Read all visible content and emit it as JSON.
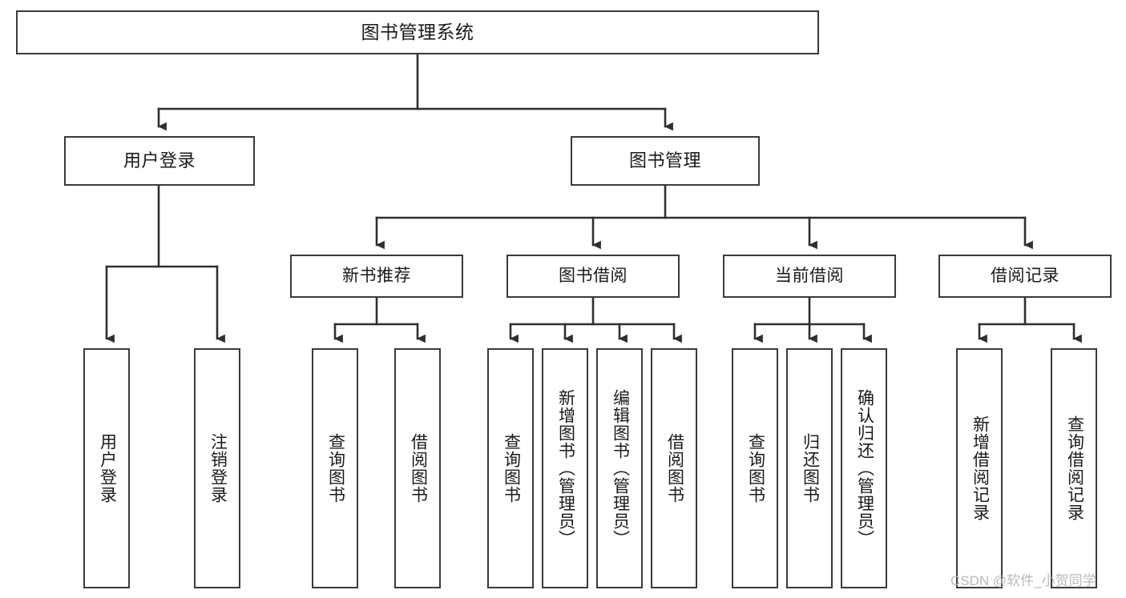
{
  "diagram": {
    "title": "图书管理系统",
    "type": "tree-hierarchy-chart",
    "colors": {
      "box_border": "#3a3a3a",
      "box_fill": "#ffffff",
      "connector": "#2f2f2f",
      "background": "#ffffff",
      "watermark": "#b9b9b9"
    },
    "root": {
      "label": "图书管理系统"
    },
    "level2": [
      {
        "label": "用户登录"
      },
      {
        "label": "图书管理"
      }
    ],
    "level3": [
      {
        "label": "新书推荐"
      },
      {
        "label": "图书借阅"
      },
      {
        "label": "当前借阅"
      },
      {
        "label": "借阅记录"
      }
    ],
    "leaves": {
      "user_login": [
        {
          "label": "用户登录"
        },
        {
          "label": "注销登录"
        }
      ],
      "new_book_recommend": [
        {
          "label": "查询图书"
        },
        {
          "label": "借阅图书"
        }
      ],
      "book_borrow": [
        {
          "label": "查询图书"
        },
        {
          "label": "新增图书（管理员）"
        },
        {
          "label": "编辑图书（管理员）"
        },
        {
          "label": "借阅图书"
        }
      ],
      "current_borrow": [
        {
          "label": "查询图书"
        },
        {
          "label": "归还图书"
        },
        {
          "label": "确认归还（管理员）"
        }
      ],
      "borrow_record": [
        {
          "label": "新增借阅记录"
        },
        {
          "label": "查询借阅记录"
        }
      ]
    }
  },
  "watermark": {
    "text": "CSDN @软件_小贺同学"
  }
}
